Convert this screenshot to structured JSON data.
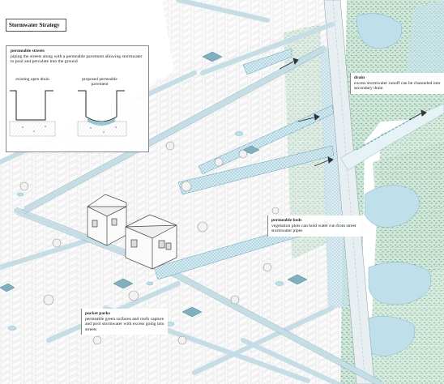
{
  "title": "Stormwater Strategy",
  "permeable_streets": {
    "heading": "permeable streets",
    "text": "piping the streets along with a permeable pavement allowing stormwater to pool and percolate into the ground",
    "label_existing": "existing open drain",
    "label_proposed": "proposed permeable pavement"
  },
  "drain": {
    "heading": "drain",
    "text": "excess stormwater runoff can be channeled into secondary drain"
  },
  "permeable_beds": {
    "heading": "permeable beds",
    "text": "vegetation plots can hold water run from street stormwater pipes"
  },
  "pocket_parks": {
    "heading": "pocket parks",
    "text": "permeable green surfaces and roofs capture and pool stormwater with excess going into streets"
  },
  "colors": {
    "water": "#a9d4e0",
    "water_dark": "#5fa4ba",
    "vegetation": "#7fb89a",
    "linework": "#9a9a9a"
  }
}
